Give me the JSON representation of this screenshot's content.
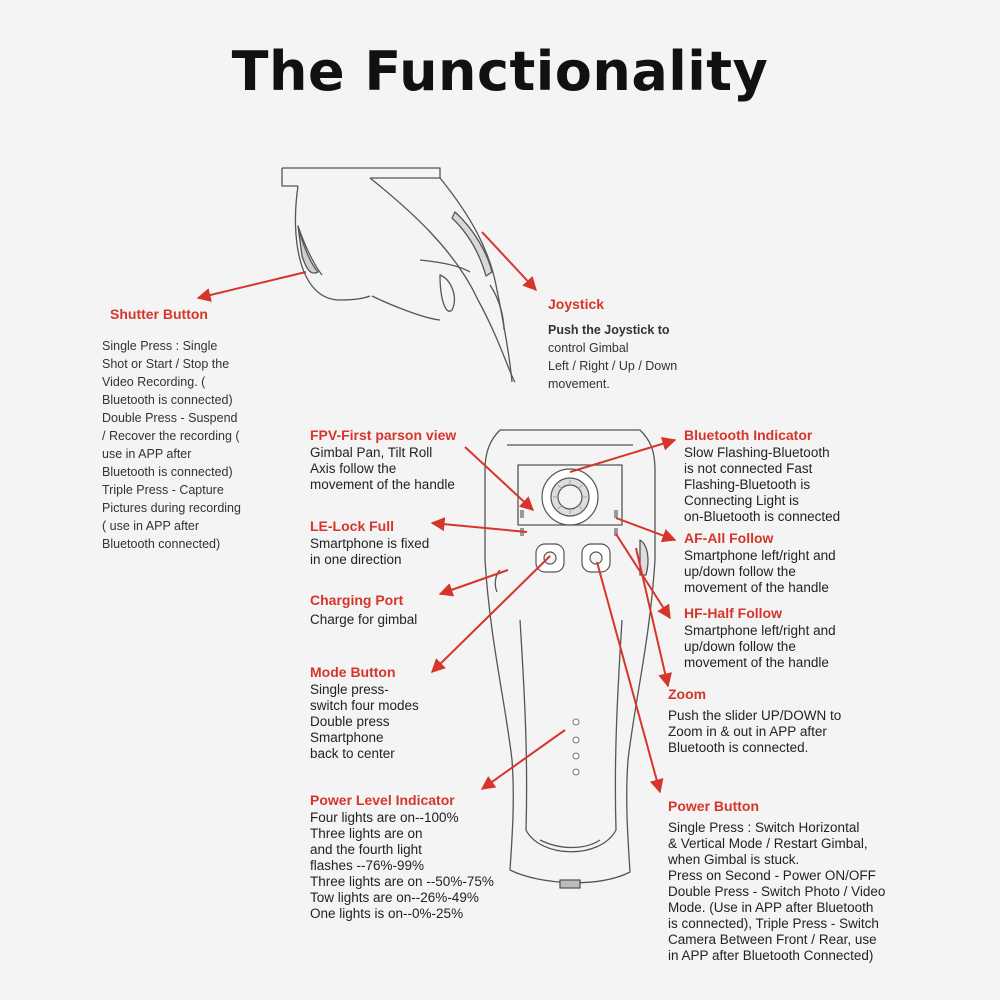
{
  "title": "The Functionality",
  "colors": {
    "accent": "#d6352b",
    "line": "#555555",
    "background": "#f4f4f4"
  },
  "callouts": {
    "shutter": {
      "heading": "Shutter Button",
      "text": "Single Press : Single\nShot or Start / Stop the\nVideo Recording. (\nBluetooth is connected)\nDouble Press - Suspend\n/ Recover the recording (\nuse in APP after\nBluetooth is connected)\nTriple Press - Capture\nPictures during recording\n( use in APP after\nBluetooth connected)"
    },
    "joystick": {
      "heading": "Joystick",
      "text_bold": "Push the Joystick to",
      "text": "control Gimbal\nLeft / Right / Up / Down\nmovement."
    },
    "fpv": {
      "heading": "FPV-First parson view",
      "text": "Gimbal Pan, Tilt Roll\nAxis follow the\nmovement of the handle"
    },
    "le_lock": {
      "heading": "LE-Lock Full",
      "text": "Smartphone is fixed\nin one direction"
    },
    "charging": {
      "heading": "Charging Port",
      "text": "Charge for gimbal"
    },
    "mode": {
      "heading": "Mode Button",
      "text": "Single press-\nswitch four modes\nDouble press\nSmartphone\nback to center"
    },
    "power_level": {
      "heading": "Power Level Indicator",
      "text": "Four lights are on--100%\nThree lights are on\nand the fourth light\nflashes --76%-99%\nThree lights are on --50%-75%\nTow lights are on--26%-49%\nOne lights is on--0%-25%"
    },
    "bluetooth": {
      "heading": "Bluetooth Indicator",
      "text": "Slow Flashing-Bluetooth\nis not connected Fast\nFlashing-Bluetooth is\nConnecting Light is\non-Bluetooth is connected"
    },
    "af": {
      "heading": "AF-All Follow",
      "text": "Smartphone left/right and\nup/down follow the\nmovement of the handle"
    },
    "hf": {
      "heading": "HF-Half Follow",
      "text": "Smartphone left/right and\nup/down follow the\nmovement of the handle"
    },
    "zoom": {
      "heading": "Zoom",
      "text": "Push the slider UP/DOWN to\nZoom in & out in APP after\nBluetooth is connected."
    },
    "power_button": {
      "heading": "Power Button",
      "text": "Single Press : Switch Horizontal\n& Vertical Mode / Restart Gimbal,\nwhen Gimbal is stuck.\nPress on Second - Power ON/OFF\nDouble Press - Switch Photo / Video\nMode. (Use in APP after Bluetooth\nis connected), Triple Press - Switch\nCamera Between Front / Rear, use\nin APP after Bluetooth Connected)"
    }
  }
}
